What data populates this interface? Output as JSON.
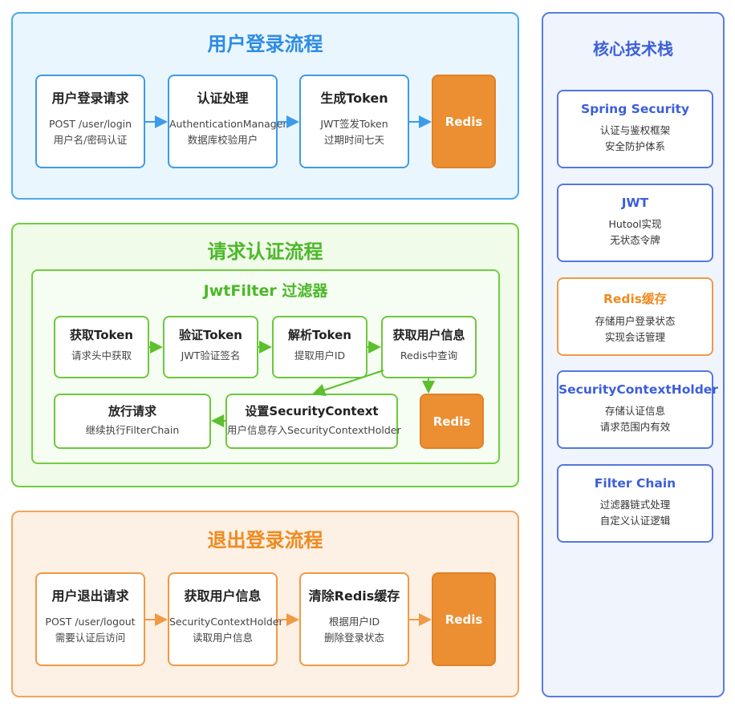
{
  "login": {
    "title": "用户登录流程",
    "nodes": [
      {
        "title": "用户登录请求",
        "lines": [
          "POST /user/login",
          "用户名/密码认证"
        ]
      },
      {
        "title": "认证处理",
        "lines": [
          "AuthenticationManager",
          "数据库校验用户"
        ]
      },
      {
        "title": "生成Token",
        "lines": [
          "JWT签发Token",
          "过期时间七天"
        ]
      }
    ],
    "redis": "Redis"
  },
  "auth": {
    "title": "请求认证流程",
    "filter_title": "JwtFilter 过滤器",
    "nodes": [
      {
        "title": "获取Token",
        "sub": "请求头中获取"
      },
      {
        "title": "验证Token",
        "sub": "JWT验证签名"
      },
      {
        "title": "解析Token",
        "sub": "提取用户ID"
      },
      {
        "title": "获取用户信息",
        "sub": "Redis中查询"
      }
    ],
    "release": {
      "title": "放行请求",
      "sub": "继续执行FilterChain"
    },
    "set_context": {
      "title": "设置SecurityContext",
      "sub": "用户信息存入SecurityContextHolder"
    },
    "redis": "Redis"
  },
  "logout": {
    "title": "退出登录流程",
    "nodes": [
      {
        "title": "用户退出请求",
        "lines": [
          "POST /user/logout",
          "需要认证后访问"
        ]
      },
      {
        "title": "获取用户信息",
        "lines": [
          "SecurityContextHolder",
          "读取用户信息"
        ]
      },
      {
        "title": "清除Redis缓存",
        "lines": [
          "根据用户ID",
          "删除登录状态"
        ]
      }
    ],
    "redis": "Redis"
  },
  "tech": {
    "title": "核心技术栈",
    "items": [
      {
        "title": "Spring Security",
        "lines": [
          "认证与鉴权框架",
          "安全防护体系"
        ]
      },
      {
        "title": "JWT",
        "lines": [
          "Hutool实现",
          "无状态令牌"
        ]
      },
      {
        "title": "Redis缓存",
        "lines": [
          "存储用户登录状态",
          "实现会话管理"
        ]
      },
      {
        "title": "SecurityContextHolder",
        "lines": [
          "存储认证信息",
          "请求范围内有效"
        ]
      },
      {
        "title": "Filter Chain",
        "lines": [
          "过滤器链式处理",
          "自定义认证逻辑"
        ]
      }
    ]
  },
  "colors": {
    "login_accent": "#2d8be5",
    "auth_accent": "#4cb82a",
    "logout_accent": "#ef8a1f",
    "tech_accent": "#3b5fd9",
    "redis_fill": "#ec8f32"
  }
}
